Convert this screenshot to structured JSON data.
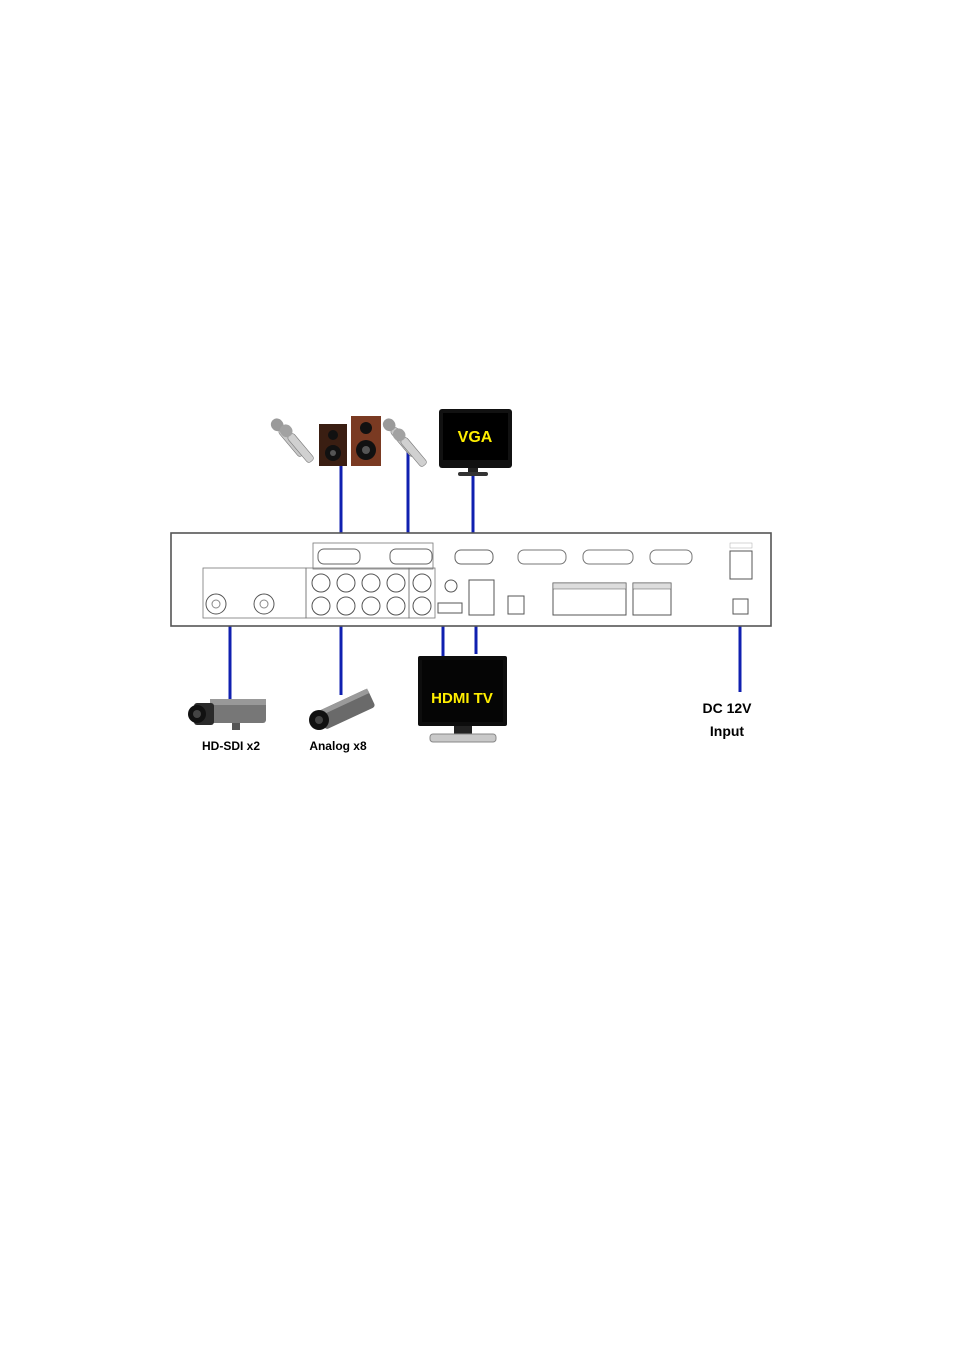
{
  "devices": {
    "vga_monitor": {
      "screen_text": "VGA"
    },
    "hdmi_tv": {
      "screen_text": "HDMI TV"
    },
    "hd_sdi_camera": {
      "caption": "HD-SDI x2"
    },
    "analog_camera": {
      "caption": "Analog x8"
    },
    "dc_input": {
      "line1": "DC 12V",
      "line2": "Input"
    }
  },
  "colors": {
    "connector_line": "#1020b0",
    "screen_text": "#ffee00",
    "panel_border": "#555555"
  }
}
